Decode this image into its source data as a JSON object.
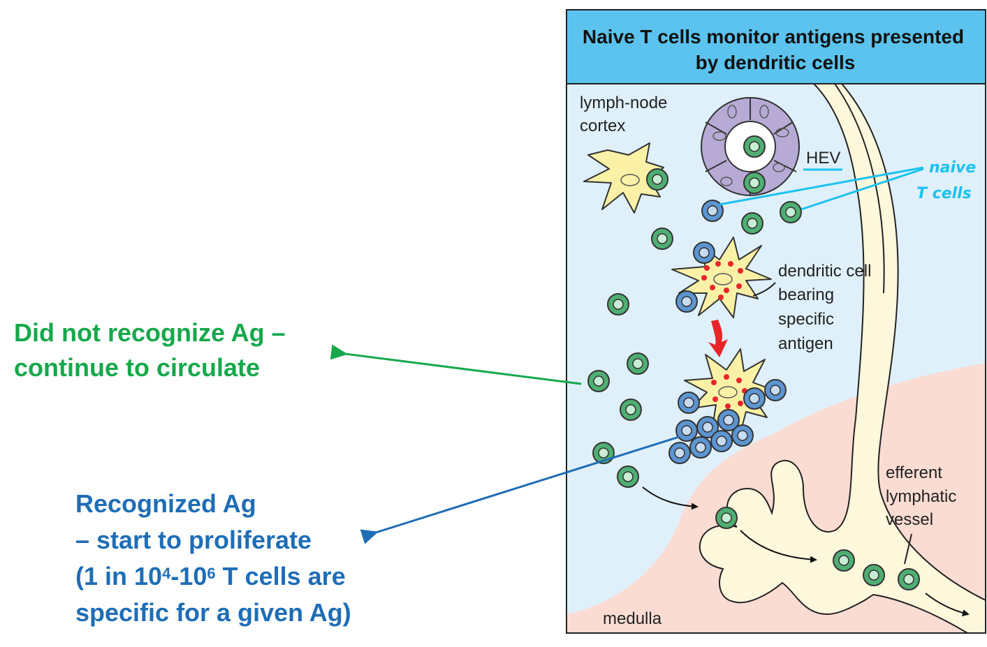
{
  "panel": {
    "title_line1": "Naive T cells monitor antigens presented",
    "title_line2": "by dendritic cells",
    "header_color": "#5bc3ee",
    "cortex_color": "#dff0fb",
    "medulla_color": "#fbdcd3",
    "vessel_color": "#fdf7dc"
  },
  "labels": {
    "cortex_line1": "lymph-node",
    "cortex_line2": "cortex",
    "hev": "HEV",
    "dc_line1": "dendritic cell",
    "dc_line2": "bearing",
    "dc_line3": "specific",
    "dc_line4": "antigen",
    "efferent_line1": "efferent",
    "efferent_line2": "lymphatic",
    "efferent_line3": "vessel",
    "medulla": "medulla"
  },
  "handwritten": {
    "line1": "naive",
    "line2": "T cells",
    "color": "#1cc2ee"
  },
  "annotations": {
    "green_line1": "Did not recognize Ag –",
    "green_line2": "continue to circulate",
    "green_color": "#16a84b",
    "blue_line1": "Recognized Ag",
    "blue_line2": "– start to proliferate",
    "blue_line3_a": "(1 in 10",
    "blue_line3_sup1": "4",
    "blue_line3_b": "-10",
    "blue_line3_sup2": "6",
    "blue_line3_c": " T cells are",
    "blue_line4": "specific for a given Ag)",
    "blue_color": "#1f6db5"
  },
  "colors": {
    "naive_t_cell": "#4fae72",
    "specific_t_cell": "#5c95d0",
    "dendritic_cell": "#fbf1a6",
    "antigen": "#e8262a",
    "hev_wall": "#b7abd6"
  }
}
